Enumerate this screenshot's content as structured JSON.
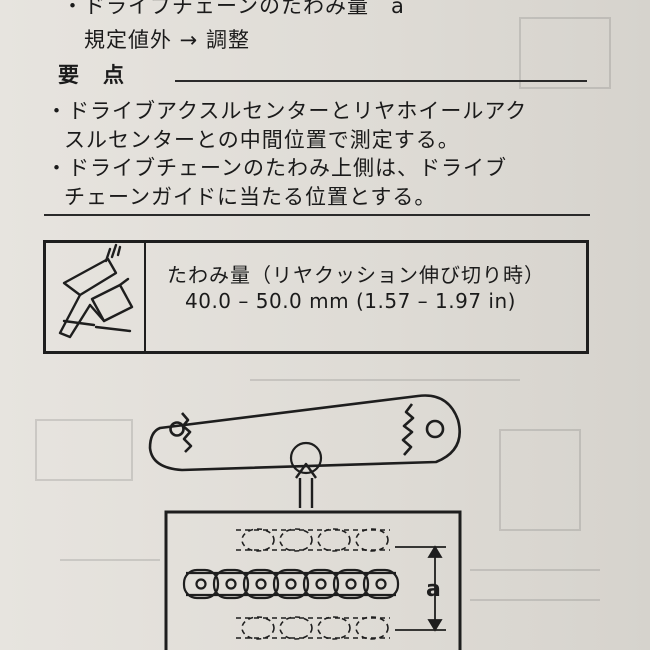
{
  "instructions": {
    "check_line": "・ドライブチェーンのたわみ量　a",
    "action_line": "規定値外 → 調整"
  },
  "points": {
    "heading": "要点",
    "bullet_1_line_1": "・ドライブアクスルセンターとリヤホイールアク",
    "bullet_1_line_2": "スルセンターとの中間位置で測定する。",
    "bullet_2_line_1": "・ドライブチェーンのたわみ上側は、ドライブ",
    "bullet_2_line_2": "チェーンガイドに当たる位置とする。"
  },
  "spec": {
    "icon": "caliper-icon",
    "title": "たわみ量（リヤクッション伸び切り時）",
    "value": "40.0 – 50.0 mm (1.57 – 1.97 in)"
  },
  "diagram": {
    "dimension_label": "a"
  }
}
